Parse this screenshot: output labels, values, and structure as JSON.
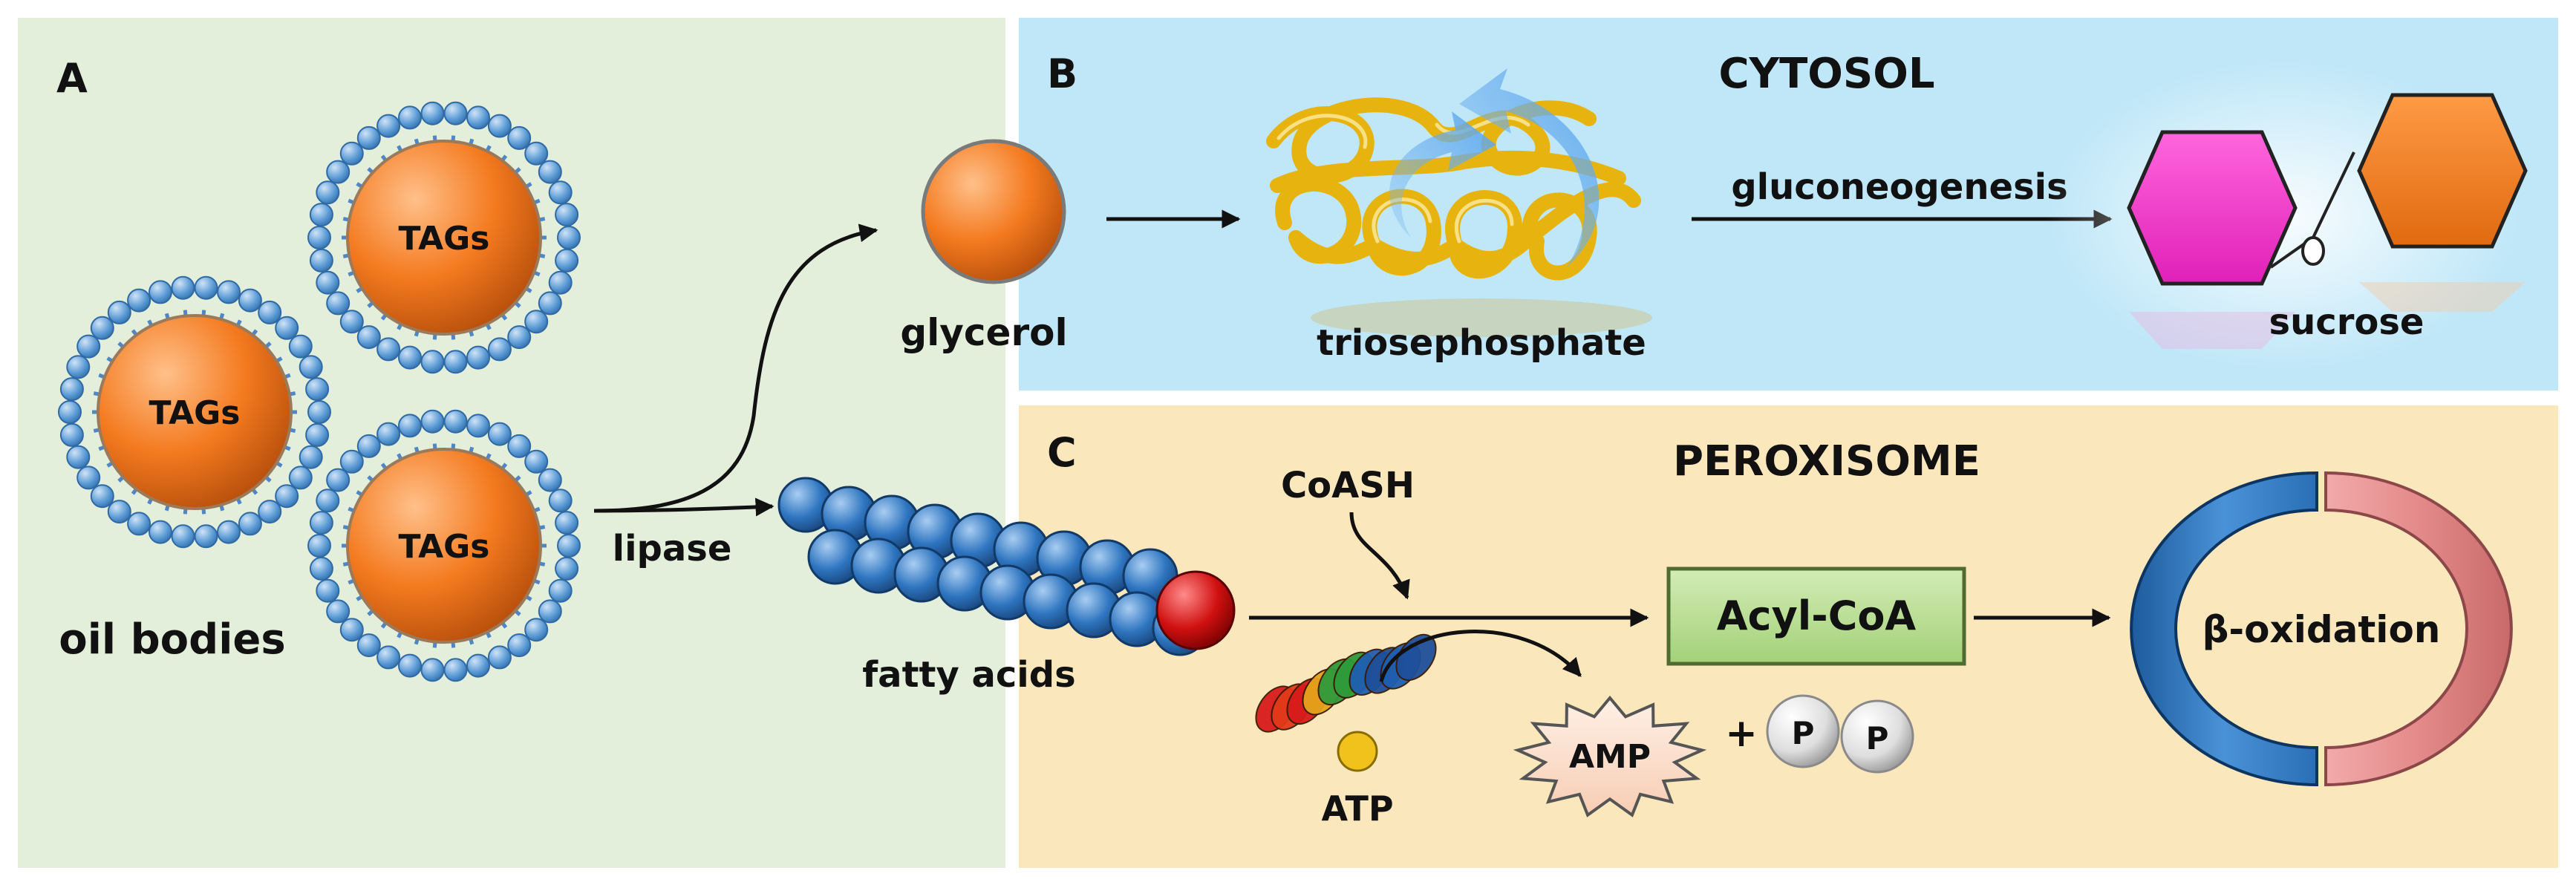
{
  "panels": {
    "a": {
      "letter": "A",
      "oil_body_label": "TAGs",
      "oil_bodies_label": "oil bodies",
      "lipase_label": "lipase",
      "fatty_acids_label": "fatty acids",
      "glycerol_label": "glycerol"
    },
    "b": {
      "letter": "B",
      "compartment_title": "CYTOSOL",
      "triosephosphate_label": "triosephosphate",
      "gluconeogenesis_label": "gluconeogenesis",
      "sucrose_label": "sucrose"
    },
    "c": {
      "letter": "C",
      "compartment_title": "PEROXISOME",
      "coash_label": "CoASH",
      "atp_label": "ATP",
      "amp_label": "AMP",
      "plus_label": "+",
      "phosphate_label": "P",
      "acyl_coa_label": "Acyl-CoA",
      "beta_oxidation_label": "β-oxidation"
    }
  },
  "colors": {
    "panel_a_bg": "#e3eedb",
    "panel_b_bg": "#bfe7f8",
    "panel_c_bg": "#fbe7bc",
    "title_red": "#b4141e",
    "lipid_head_blue": "#5b9bd5",
    "tag_orange": "#f47a1f",
    "fatty_acid_blue": "#2e75c0",
    "carboxyl_red": "#c00000",
    "triose_gold": "#e7b40f",
    "hexose_magenta": "#ff33cc",
    "hexose_orange": "#f47a1f",
    "acyl_coa_green": "#b6dc8e",
    "ring_blue": "#2e75c0",
    "ring_pink": "#e48a8a"
  }
}
